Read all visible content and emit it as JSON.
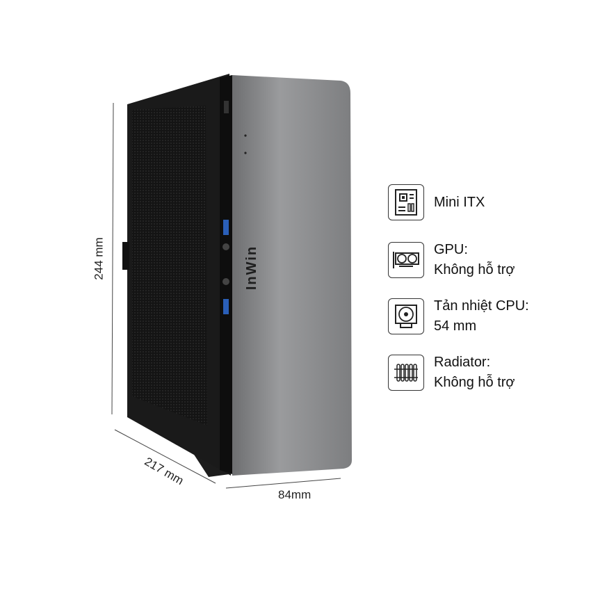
{
  "product": {
    "brand_logo": "InWin"
  },
  "dimensions": {
    "height": "244 mm",
    "depth": "217 mm",
    "width": "84mm"
  },
  "specs": [
    {
      "icon": "motherboard-icon",
      "line1": "Mini ITX",
      "line2": ""
    },
    {
      "icon": "gpu-icon",
      "line1": "GPU:",
      "line2": "Không hỗ trợ"
    },
    {
      "icon": "cpu-cooler-icon",
      "line1": "Tản nhiệt CPU:",
      "line2": "54 mm"
    },
    {
      "icon": "radiator-icon",
      "line1": "Radiator:",
      "line2": "Không hỗ trợ"
    }
  ],
  "colors": {
    "case_front": "#8a8b8d",
    "case_side": "#1a1a1a"
  }
}
